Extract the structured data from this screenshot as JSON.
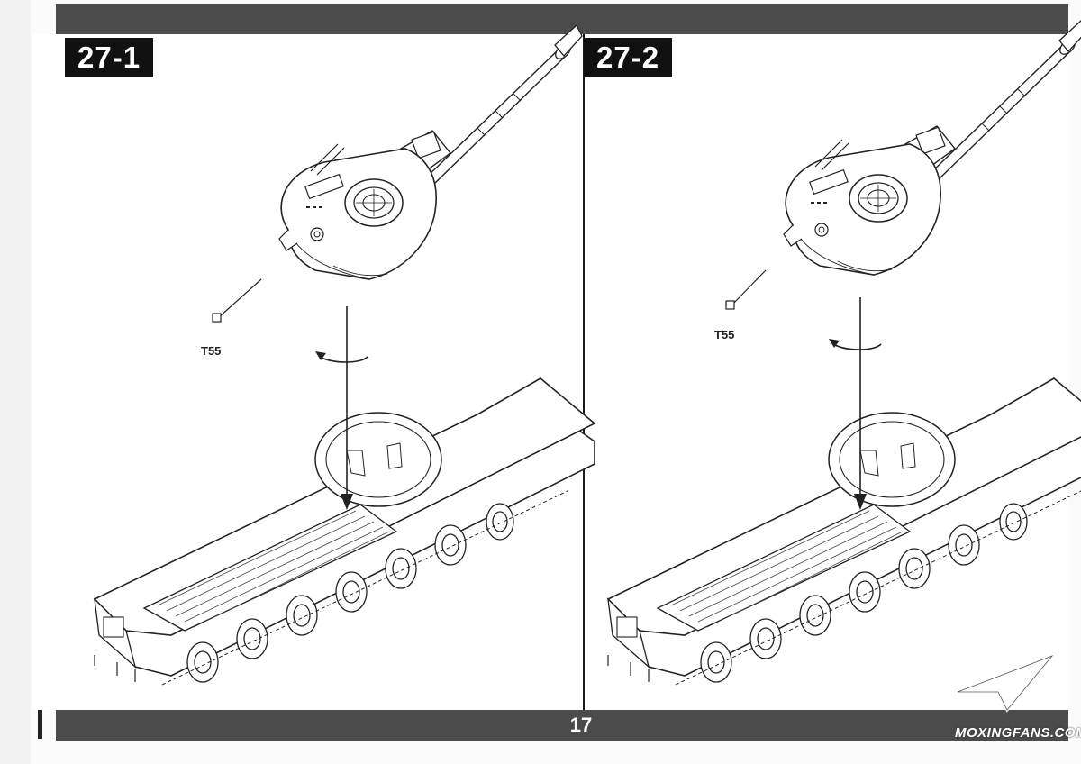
{
  "steps": [
    {
      "number": "27-1",
      "part_label": "T55"
    },
    {
      "number": "27-2",
      "part_label": "T55"
    }
  ],
  "footer": {
    "page_number": "17"
  },
  "watermark": {
    "text": "MOXINGFANS.COM"
  },
  "colors": {
    "bar": "#4b4b4b",
    "badge": "#111111",
    "paper": "#ffffff",
    "line": "#222222"
  }
}
